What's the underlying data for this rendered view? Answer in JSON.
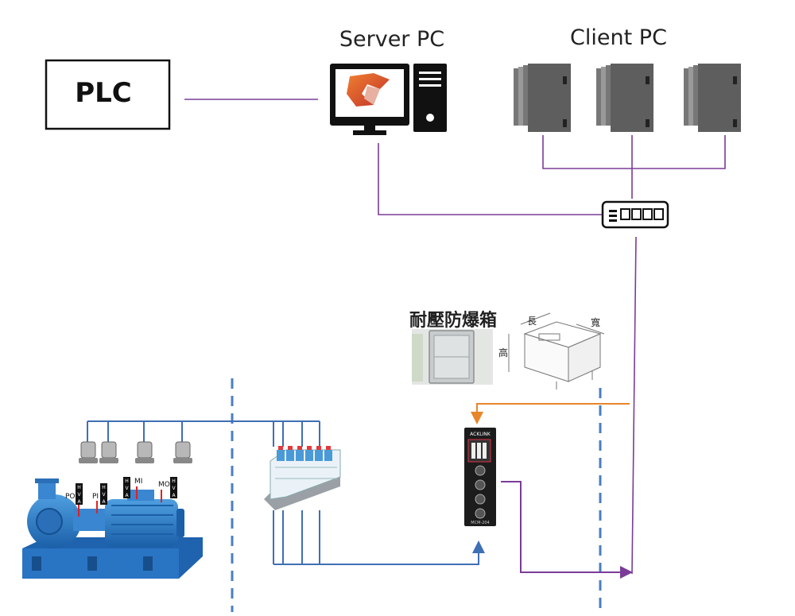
{
  "plc": {
    "label": "PLC"
  },
  "server": {
    "label": "Server PC"
  },
  "client": {
    "label": "Client PC"
  },
  "enclosure": {
    "label": "耐壓防爆箱",
    "dim_length": "長",
    "dim_width": "寬",
    "dim_height": "高"
  },
  "pump": {
    "tags": [
      "PO",
      "PI",
      "MI",
      "MO"
    ],
    "sensor_letters": [
      "H",
      "V",
      "A"
    ]
  },
  "device": {
    "brand": "ACKLINK",
    "model": "MCM-204"
  },
  "colors": {
    "purple": "#7a3c98",
    "blue": "#3f6fb5",
    "orange": "#e8862a",
    "dash": "#4a7fc0"
  }
}
